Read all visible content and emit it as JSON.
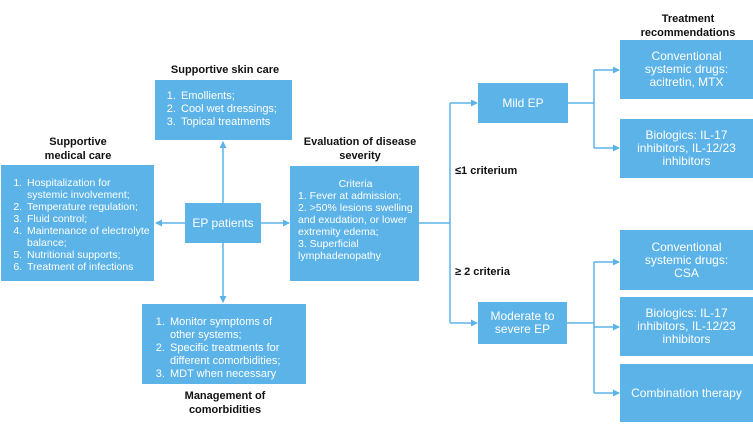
{
  "colors": {
    "box_fill": "#5bb3e8",
    "arrow": "#5bb3e8",
    "text_on_box": "#ffffff"
  },
  "headers": {
    "treatment_recommendations": "Treatment recommendations",
    "supportive_skin_care": "Supportive skin care",
    "supportive_medical_care": "Supportive medical care",
    "evaluation_of_severity": "Evaluation of disease severity",
    "management_of_comorbidities": "Management of comorbidities"
  },
  "center": {
    "label": "EP patients"
  },
  "skin_care": {
    "items": [
      "Emollients;",
      "Cool wet dressings;",
      "Topical treatments"
    ]
  },
  "medical_care": {
    "items": [
      "Hospitalization for systemic involvement;",
      "Temperature regulation;",
      "Fluid control;",
      "Maintenance of electrolyte balance;",
      "Nutritional supports;",
      "Treatment of infections"
    ]
  },
  "comorbidities": {
    "items": [
      "Monitor  symptoms of other systems;",
      "Specific treatments for different comorbidities;",
      "MDT when necessary"
    ]
  },
  "criteria": {
    "title": "Criteria",
    "items": [
      "1. Fever at admission;",
      "2. >50% lesions swelling and exudation, or lower extremity edema;",
      "3. Superficial lymphadenopathy"
    ]
  },
  "branches": {
    "one_or_less": "≤1 criterium",
    "two_or_more": "≥ 2 criteria"
  },
  "severity": {
    "mild": "Mild EP",
    "moderate_severe": "Moderate to severe EP"
  },
  "treatments": {
    "mild_conventional": "Conventional systemic drugs: acitretin, MTX",
    "mild_biologics": "Biologics: IL-17 inhibitors, IL-12/23 inhibitors",
    "severe_conventional": "Conventional systemic drugs: CSA",
    "severe_biologics": "Biologics: IL-17 inhibitors, IL-12/23 inhibitors",
    "severe_combination": "Combination therapy"
  }
}
